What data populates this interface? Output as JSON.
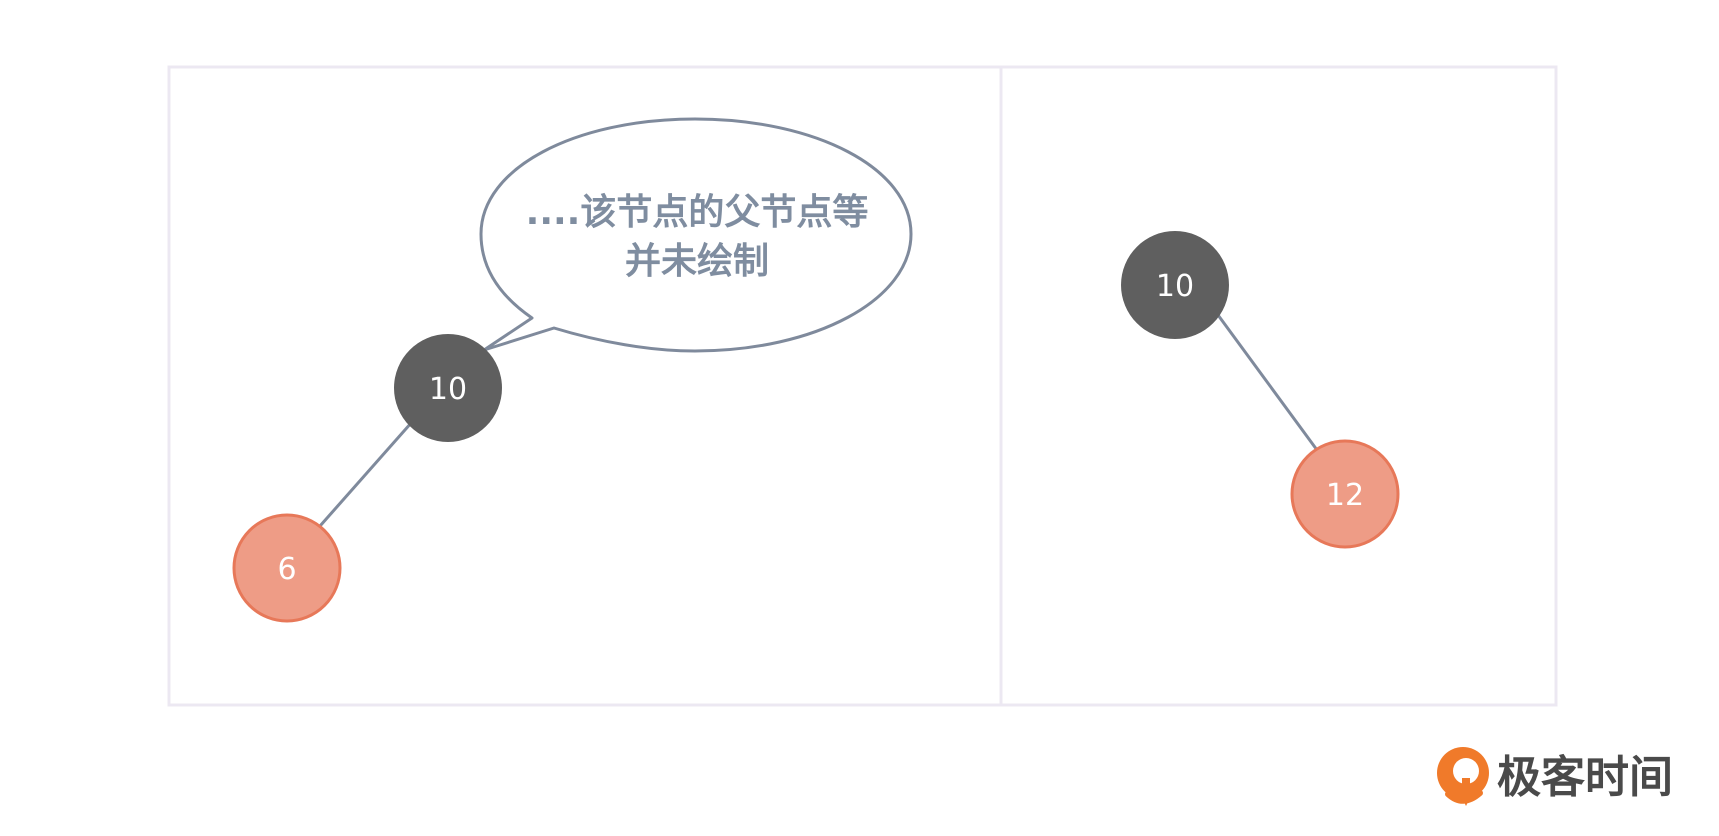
{
  "callout": {
    "line1": "....该节点的父节点等",
    "line2": "并未绘制"
  },
  "left_tree": {
    "parent": {
      "label": "10",
      "color": "black"
    },
    "child": {
      "label": "6",
      "color": "red",
      "side": "left"
    }
  },
  "right_tree": {
    "parent": {
      "label": "10",
      "color": "black"
    },
    "child": {
      "label": "12",
      "color": "red",
      "side": "right"
    }
  },
  "logo": {
    "text": "极客时间"
  },
  "colors": {
    "black_node": "#5f5f5f",
    "red_node_fill": "#ee9c86",
    "red_node_stroke": "#e77859",
    "edge": "#7f8a9c",
    "panel_border": "#ece8f2",
    "logo_orange": "#f07a2a"
  }
}
